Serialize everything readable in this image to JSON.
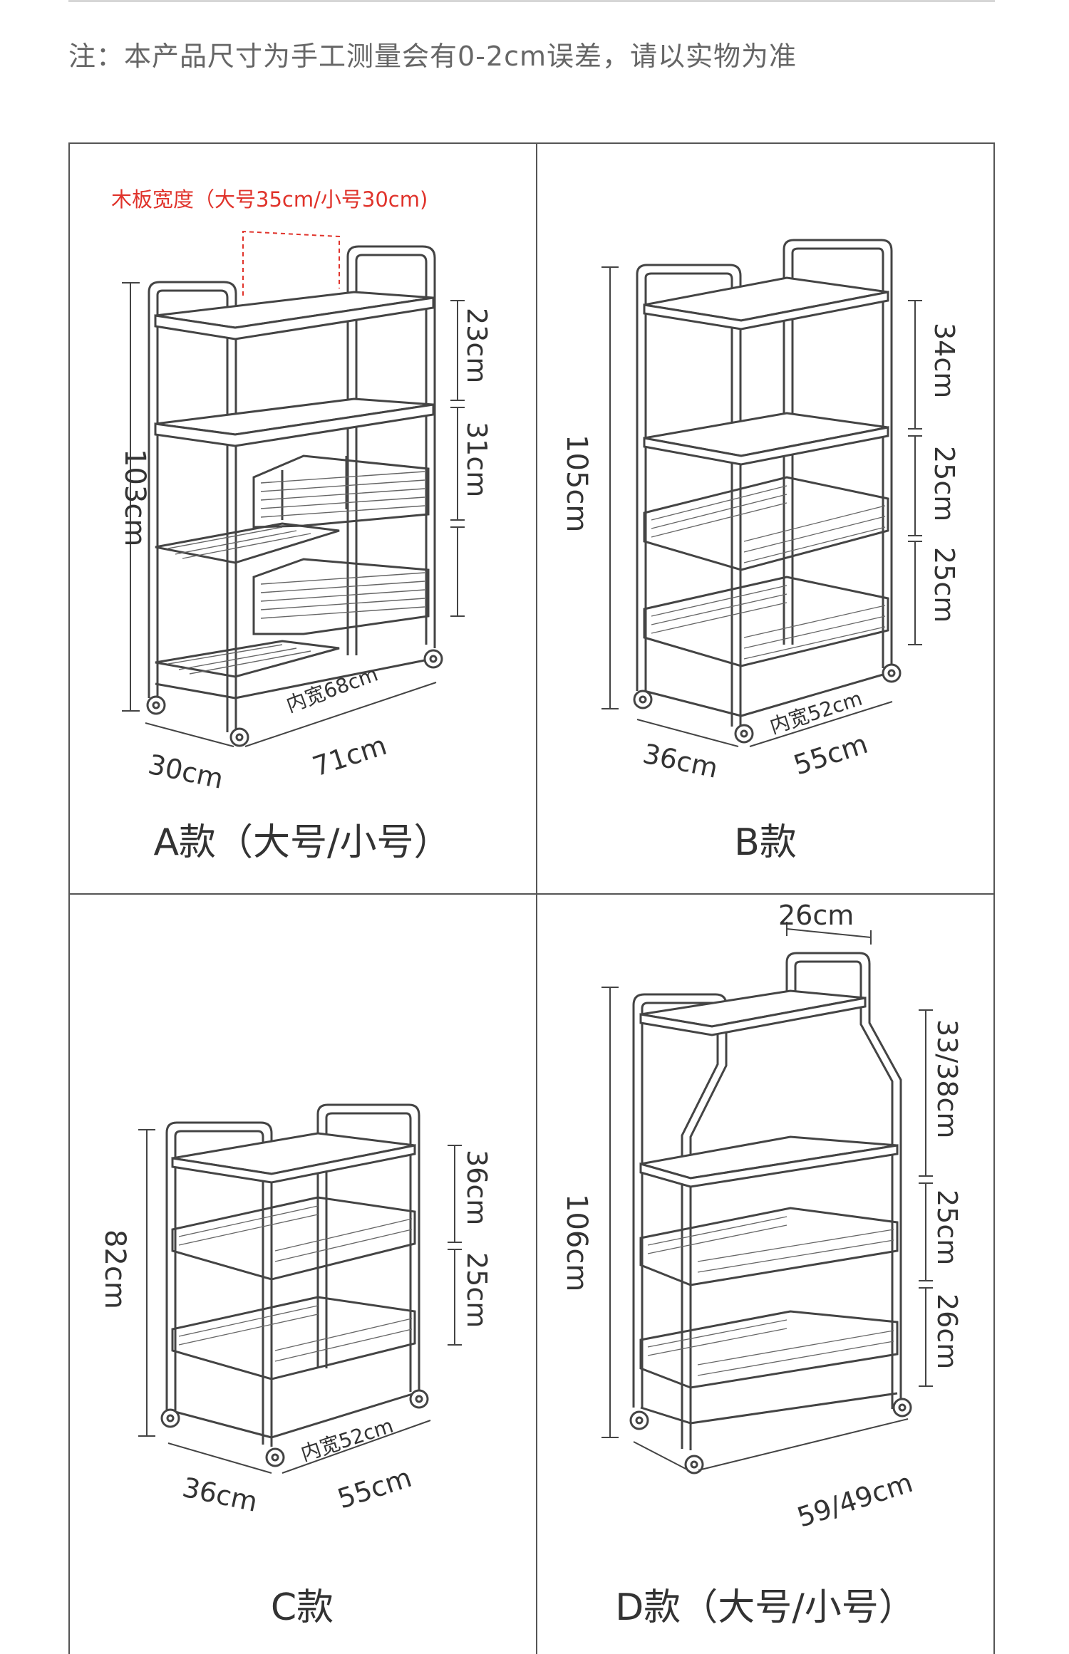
{
  "note": "注：本产品尺寸为手工测量会有0-2cm误差，请以实物为准",
  "models": [
    {
      "caption": "A款（大号/小号）",
      "board_note": "木板宽度（大号35cm/小号30cm)",
      "height": "103cm",
      "gaps": [
        "23cm",
        "31cm"
      ],
      "inner_width": "内宽68cm",
      "depth": "30cm",
      "width": "71cm"
    },
    {
      "caption": "B款",
      "height": "105cm",
      "gaps": [
        "34cm",
        "25cm",
        "25cm"
      ],
      "inner_width": "内宽52cm",
      "depth": "36cm",
      "width": "55cm"
    },
    {
      "caption": "C款",
      "height": "82cm",
      "gaps": [
        "36cm",
        "25cm"
      ],
      "inner_width": "内宽52cm",
      "depth": "36cm",
      "width": "55cm"
    },
    {
      "caption": "D款（大号/小号）",
      "top_width": "26cm",
      "height": "106cm",
      "gaps": [
        "33/38cm",
        "25cm",
        "26cm"
      ],
      "width": "59/49cm"
    }
  ]
}
